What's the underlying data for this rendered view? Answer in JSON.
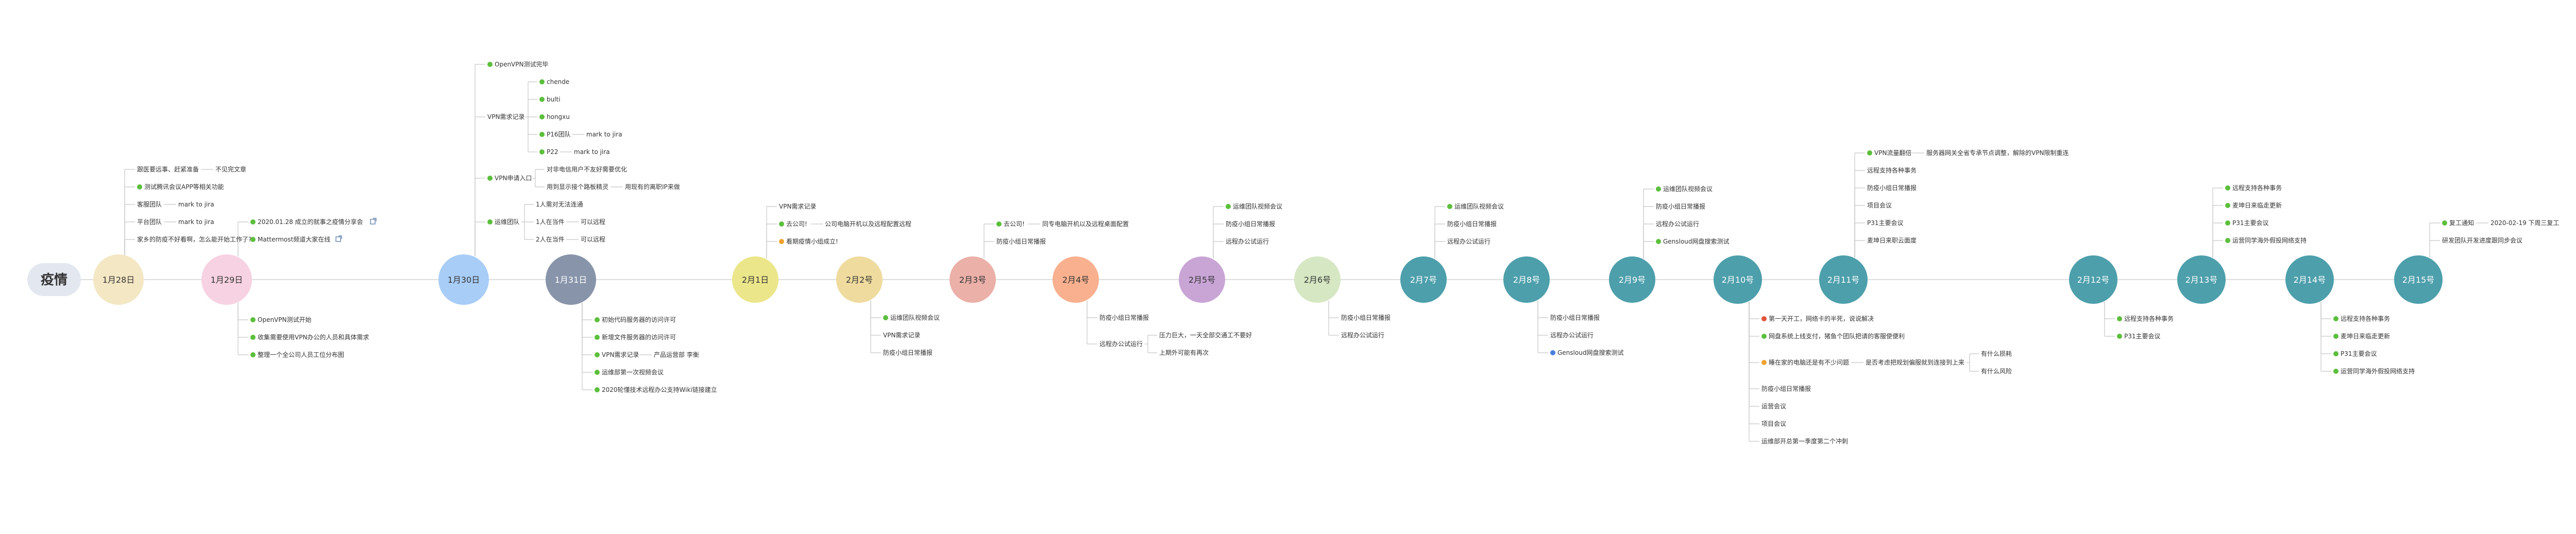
{
  "root": {
    "label": "疫情"
  },
  "colors": {
    "line": "#c8c8c8",
    "root_bg": "#e3e8f0",
    "text": "#333333",
    "icon_green": "#5bbf3c",
    "icon_red": "#e5533c",
    "icon_orange": "#f0a22e",
    "icon_blue": "#4a7fe0",
    "link": "#4a6fa5"
  },
  "dates": [
    {
      "label": "1月28日",
      "color": "#f3e7c4",
      "text": "#333333"
    },
    {
      "label": "1月29日",
      "color": "#f7d2e2",
      "text": "#333333"
    },
    {
      "label": "1月30日",
      "color": "#a8cdf7",
      "text": "#333333"
    },
    {
      "label": "1月31日",
      "color": "#8894a9",
      "text": "#ffffff"
    },
    {
      "label": "2月1日",
      "color": "#ebe68a",
      "text": "#333333"
    },
    {
      "label": "2月2号",
      "color": "#efdb9e",
      "text": "#333333"
    },
    {
      "label": "2月3号",
      "color": "#ebb0a8",
      "text": "#333333"
    },
    {
      "label": "2月4号",
      "color": "#f9b08f",
      "text": "#333333"
    },
    {
      "label": "2月5号",
      "color": "#c9a5d6",
      "text": "#333333"
    },
    {
      "label": "2月6号",
      "color": "#d6e7c3",
      "text": "#333333"
    },
    {
      "label": "2月7号",
      "color": "#4d9fab",
      "text": "#ffffff"
    },
    {
      "label": "2月8号",
      "color": "#4d9fab",
      "text": "#ffffff"
    },
    {
      "label": "2月9号",
      "color": "#4d9fab",
      "text": "#ffffff"
    },
    {
      "label": "2月10号",
      "color": "#4d9fab",
      "text": "#ffffff"
    },
    {
      "label": "2月11号",
      "color": "#4d9fab",
      "text": "#ffffff"
    },
    {
      "label": "2月12号",
      "color": "#4d9fab",
      "text": "#ffffff"
    },
    {
      "label": "2月13号",
      "color": "#4d9fab",
      "text": "#ffffff"
    },
    {
      "label": "2月14号",
      "color": "#4d9fab",
      "text": "#ffffff"
    },
    {
      "label": "2月15号",
      "color": "#4d9fab",
      "text": "#ffffff"
    }
  ],
  "groups": [
    {
      "date": 0,
      "side": "up",
      "items": [
        {
          "text": "跟医要远事、赶紧准备",
          "children": [
            {
              "text": "不见完文章"
            }
          ]
        },
        {
          "text": "测试腾讯会议APP等相关功能",
          "icon": "green"
        },
        {
          "text": "客服团队",
          "children": [
            {
              "text": "mark to jira"
            }
          ]
        },
        {
          "text": "平台团队",
          "children": [
            {
              "text": "mark to jira"
            }
          ]
        },
        {
          "text": "家乡的防疫不好看啊，怎么能开始工作了?"
        }
      ]
    },
    {
      "date": 1,
      "side": "up",
      "items": [
        {
          "text": "2020.01.28 成立的就事之疫情分享会",
          "icon": "green",
          "link": true
        },
        {
          "text": "Mattermost频道大家在线",
          "icon": "green",
          "link": true
        }
      ]
    },
    {
      "date": 1,
      "side": "down",
      "items": [
        {
          "text": "OpenVPN测试开始",
          "icon": "green"
        },
        {
          "text": "收集需要使用VPN办公的人员和具体需求",
          "icon": "green"
        },
        {
          "text": "整理一个全公司人员工位分布图",
          "icon": "green"
        }
      ]
    },
    {
      "date": 2,
      "side": "up",
      "items": [
        {
          "text": "OpenVPN测试完毕",
          "icon": "green"
        },
        {
          "text": "VPN需求记录",
          "children": [
            {
              "text": "chende",
              "icon": "green"
            },
            {
              "text": "bulti",
              "icon": "green"
            },
            {
              "text": "hongxu",
              "icon": "green"
            },
            {
              "text": "P16团队",
              "icon": "green",
              "children": [
                {
                  "text": "mark to jira"
                }
              ]
            },
            {
              "text": "P22",
              "icon": "green",
              "children": [
                {
                  "text": "mark to jira"
                }
              ]
            }
          ]
        },
        {
          "text": "VPN申请入口",
          "icon": "green",
          "children": [
            {
              "text": "对非电信用户不友好需要优化"
            },
            {
              "text": "用到显示接个路板精灵",
              "children": [
                {
                  "text": "用现有的离职IP来做"
                }
              ]
            }
          ]
        },
        {
          "text": "运维团队",
          "icon": "green",
          "children": [
            {
              "text": "1人需对无法连通"
            },
            {
              "text": "1人在当件",
              "children": [
                {
                  "text": "可以远程"
                }
              ]
            },
            {
              "text": "2人在当件",
              "children": [
                {
                  "text": "可以远程"
                }
              ]
            }
          ]
        }
      ]
    },
    {
      "date": 3,
      "side": "down",
      "items": [
        {
          "text": "初始代码服务器的访问许可",
          "icon": "green"
        },
        {
          "text": "新增文件服务器的访问许可",
          "icon": "green"
        },
        {
          "text": "VPN需求记录",
          "icon": "green",
          "children": [
            {
              "text": "产品运营部 李衡"
            }
          ]
        },
        {
          "text": "运维部第一次视频会议",
          "icon": "green"
        },
        {
          "text": "2020轮懂技术远程办公支持Wiki链接建立",
          "icon": "green"
        }
      ]
    },
    {
      "date": 4,
      "side": "up",
      "items": [
        {
          "text": "VPN需求记录"
        },
        {
          "text": "去公司!",
          "icon": "green",
          "children": [
            {
              "text": "公司电脑开机以及远程配置远程"
            }
          ]
        },
        {
          "text": "看期疫情小组成立!",
          "icon": "orange"
        }
      ]
    },
    {
      "date": 5,
      "side": "down",
      "items": [
        {
          "text": "运维团队视频会议",
          "icon": "green"
        },
        {
          "text": "VPN需求记录"
        },
        {
          "text": "防疫小组日常播报"
        }
      ]
    },
    {
      "date": 6,
      "side": "up",
      "items": [
        {
          "text": "去公司!",
          "icon": "green",
          "children": [
            {
              "text": "同专电脑开机以及远程桌面配置"
            }
          ]
        },
        {
          "text": "防疫小组日常播报"
        }
      ]
    },
    {
      "date": 7,
      "side": "down",
      "items": [
        {
          "text": "防疫小组日常播报"
        },
        {
          "text": "远程办公试运行",
          "children": [
            {
              "text": "压力巨大，一天全部交通工不要好"
            },
            {
              "text": "上期外可能有再次"
            }
          ]
        }
      ]
    },
    {
      "date": 8,
      "side": "up",
      "items": [
        {
          "text": "运维团队视频会议",
          "icon": "green"
        },
        {
          "text": "防疫小组日常播报"
        },
        {
          "text": "远程办公试运行"
        }
      ]
    },
    {
      "date": 9,
      "side": "down",
      "items": [
        {
          "text": "防疫小组日常播报"
        },
        {
          "text": "远程办公试运行"
        }
      ]
    },
    {
      "date": 10,
      "side": "up",
      "items": [
        {
          "text": "运维团队视频会议",
          "icon": "green"
        },
        {
          "text": "防疫小组日常播报"
        },
        {
          "text": "远程办公试运行"
        }
      ]
    },
    {
      "date": 11,
      "side": "down",
      "items": [
        {
          "text": "防疫小组日常播报"
        },
        {
          "text": "远程办公试运行"
        },
        {
          "text": "Gensloud网盘搜索测试",
          "icon": "blue"
        }
      ]
    },
    {
      "date": 12,
      "side": "up",
      "items": [
        {
          "text": "运维团队视频会议",
          "icon": "green"
        },
        {
          "text": "防疫小组日常播报"
        },
        {
          "text": "远程办公试运行"
        },
        {
          "text": "Gensloud网盘搜索测试",
          "icon": "green"
        }
      ]
    },
    {
      "date": 13,
      "side": "down",
      "items": [
        {
          "text": "第一天开工，网络卡的半死，说说解决",
          "icon": "red"
        },
        {
          "text": "网盘系统上线支付，猪鱼个团队把请的客服使便利",
          "icon": "green"
        },
        {
          "text": "睡在家的电脑还是有不少问题",
          "icon": "orange",
          "children": [
            {
              "text": "是否考虑把规划偏服就到连接到上来",
              "children": [
                {
                  "text": "有什么损耗"
                },
                {
                  "text": "有什么风险"
                }
              ]
            }
          ]
        },
        {
          "text": "防疫小组日常播报"
        },
        {
          "text": "运营会议"
        },
        {
          "text": "项目会议"
        },
        {
          "text": "运维部开总第一季度第二个冲刺"
        }
      ]
    },
    {
      "date": 14,
      "side": "up",
      "items": [
        {
          "text": "VPN流量翻倍",
          "icon": "green",
          "children": [
            {
              "text": "服务器网关全省专承节点调整，解除的VPN限制重连"
            }
          ]
        },
        {
          "text": "远程支持各种事务"
        },
        {
          "text": "防疫小组日常播报"
        },
        {
          "text": "项目会议"
        },
        {
          "text": "P31主要会议"
        },
        {
          "text": "麦坤日来职云面度"
        }
      ]
    },
    {
      "date": 15,
      "side": "down",
      "items": [
        {
          "text": "远程支持各种事务",
          "icon": "green"
        },
        {
          "text": "P31主要会议",
          "icon": "green"
        }
      ]
    },
    {
      "date": 16,
      "side": "up",
      "items": [
        {
          "text": "远程支持各种事务",
          "icon": "green"
        },
        {
          "text": "麦坤日来临走更新",
          "icon": "green"
        },
        {
          "text": "P31主要会议",
          "icon": "green"
        },
        {
          "text": "运营同学海外假投网络支持",
          "icon": "green"
        }
      ]
    },
    {
      "date": 17,
      "side": "down",
      "items": [
        {
          "text": "远程支持各种事务",
          "icon": "green"
        },
        {
          "text": "麦坤日来临走更新",
          "icon": "green"
        },
        {
          "text": "P31主要会议",
          "icon": "green"
        },
        {
          "text": "运营同学海外假投网络支持",
          "icon": "green"
        }
      ]
    },
    {
      "date": 18,
      "side": "up",
      "items": [
        {
          "text": "复工通知",
          "icon": "green",
          "children": [
            {
              "text": "2020-02-19 下周三复工"
            }
          ]
        },
        {
          "text": "研发团队开发进度跟同步会议"
        }
      ]
    }
  ]
}
